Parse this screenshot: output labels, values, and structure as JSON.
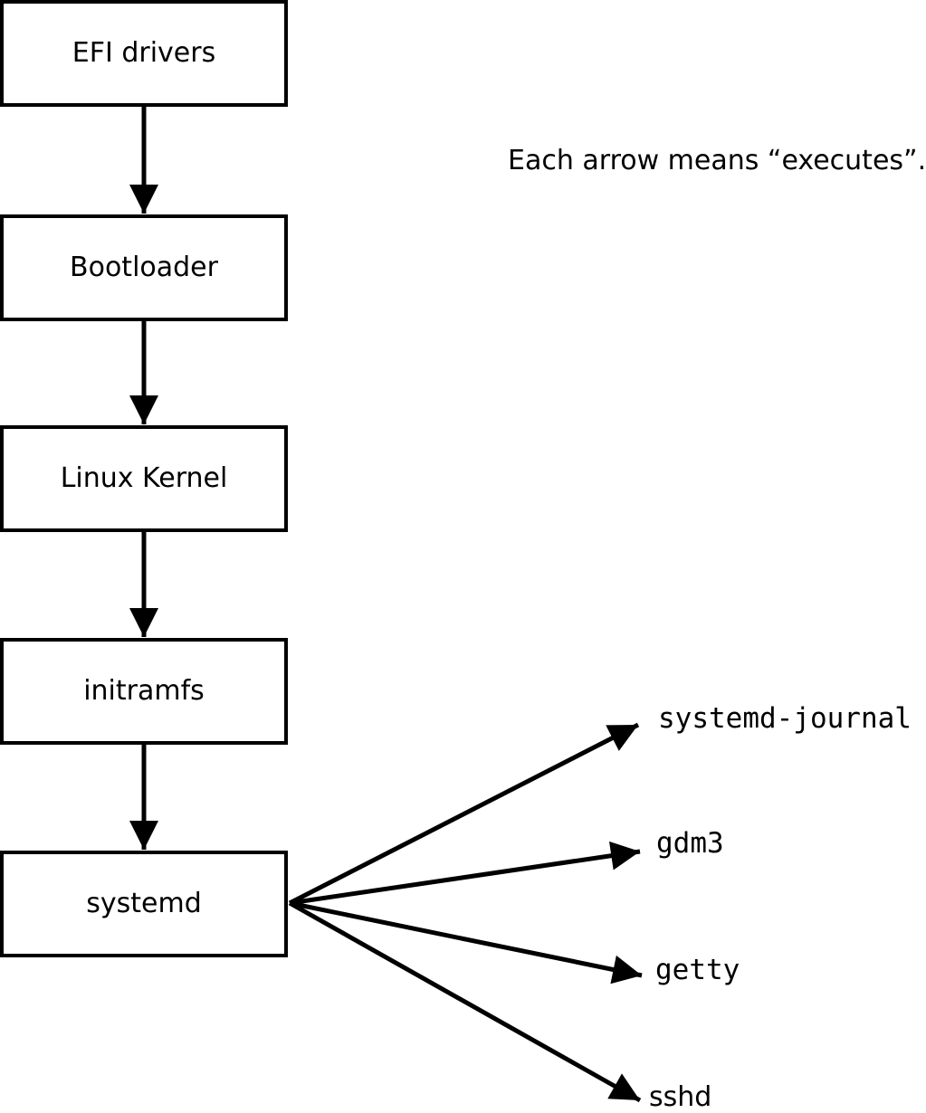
{
  "annotation": {
    "text": "Each arrow means “executes”."
  },
  "nodes": {
    "chain": [
      {
        "id": "efi-drivers",
        "label": "EFI drivers"
      },
      {
        "id": "bootloader",
        "label": "Bootloader"
      },
      {
        "id": "linux-kernel",
        "label": "Linux Kernel"
      },
      {
        "id": "initramfs",
        "label": "initramfs"
      },
      {
        "id": "systemd",
        "label": "systemd"
      }
    ],
    "spawned": [
      {
        "id": "systemd-journal",
        "label": "systemd-journal"
      },
      {
        "id": "gdm3",
        "label": "gdm3"
      },
      {
        "id": "getty",
        "label": "getty"
      },
      {
        "id": "sshd",
        "label": "sshd"
      }
    ]
  },
  "edges": [
    {
      "from": "EFI drivers",
      "to": "Bootloader",
      "relation": "executes"
    },
    {
      "from": "Bootloader",
      "to": "Linux Kernel",
      "relation": "executes"
    },
    {
      "from": "Linux Kernel",
      "to": "initramfs",
      "relation": "executes"
    },
    {
      "from": "initramfs",
      "to": "systemd",
      "relation": "executes"
    },
    {
      "from": "systemd",
      "to": "systemd-journal",
      "relation": "executes"
    },
    {
      "from": "systemd",
      "to": "gdm3",
      "relation": "executes"
    },
    {
      "from": "systemd",
      "to": "getty",
      "relation": "executes"
    },
    {
      "from": "systemd",
      "to": "sshd",
      "relation": "executes"
    }
  ],
  "colors": {
    "line": "#000000",
    "background": "#ffffff",
    "box_fill": "#ffffff"
  }
}
